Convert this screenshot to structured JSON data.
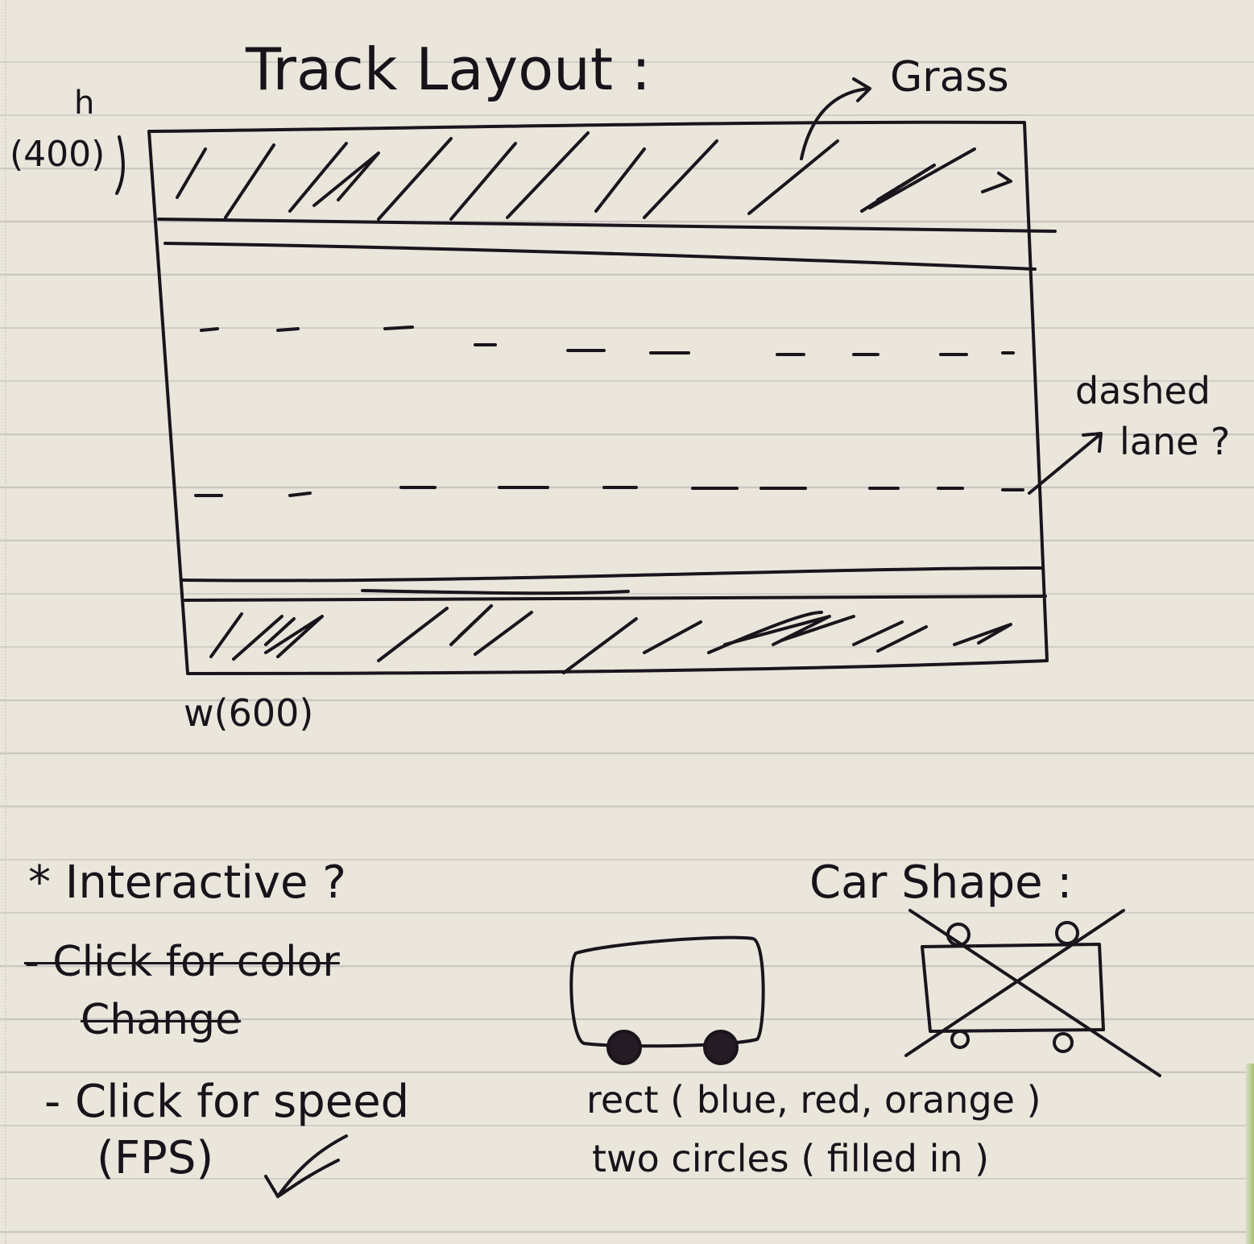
{
  "title": "Track Layout :",
  "labels": {
    "height": "h",
    "height_value": "(400)",
    "width_value": "w(600)",
    "grass": "Grass",
    "dashed_line1": "dashed",
    "dashed_line2": "lane ?"
  },
  "interactive": {
    "heading": "* Interactive ?",
    "crossed_item": "- Click for color",
    "crossed_item_cont": "Change",
    "item": "- Click for speed",
    "item_cont": "(FPS)",
    "check_mark": "✓"
  },
  "car": {
    "heading": "Car Shape :",
    "desc_line1": "rect ( blue, red, orange )",
    "desc_line2": "two circles ( filled in )"
  }
}
